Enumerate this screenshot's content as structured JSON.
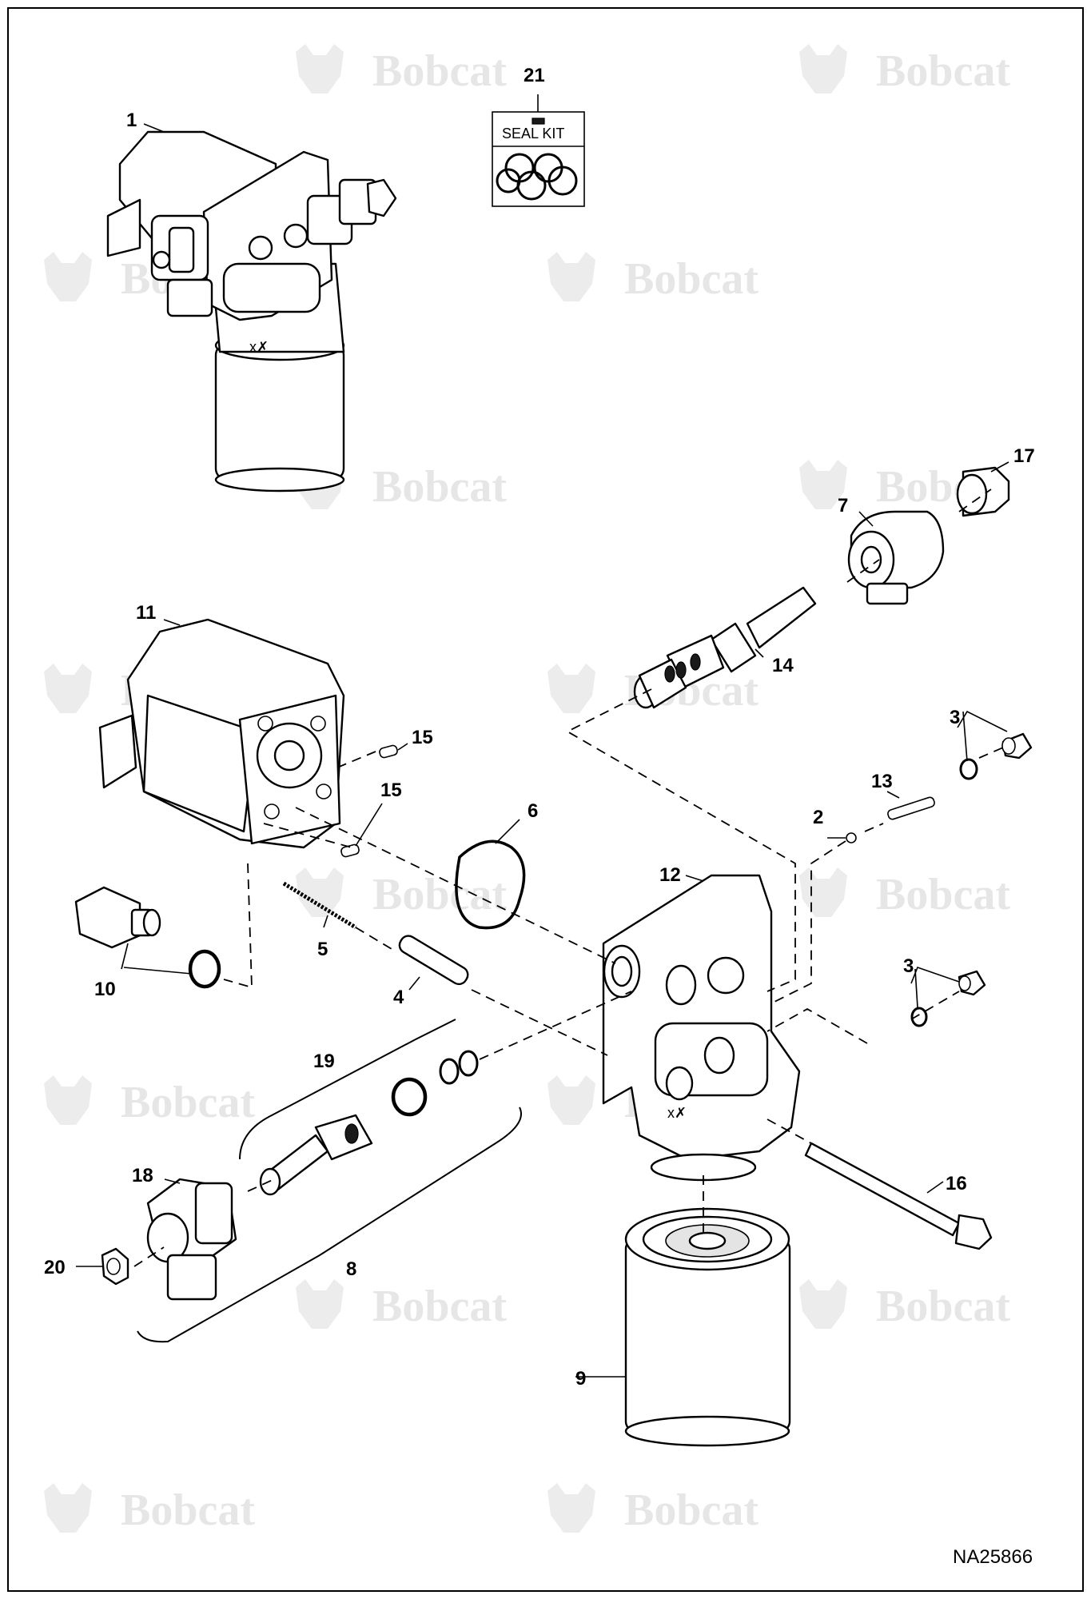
{
  "watermark": {
    "brand": "Bobcat"
  },
  "seal_kit": {
    "label": "SEAL KIT"
  },
  "drawing_number": "NA25866",
  "callouts": {
    "c1": "1",
    "c2": "2",
    "c3a": "3",
    "c3b": "3",
    "c4": "4",
    "c5": "5",
    "c6": "6",
    "c7": "7",
    "c8": "8",
    "c9": "9",
    "c10": "10",
    "c11": "11",
    "c12": "12",
    "c13": "13",
    "c14": "14",
    "c15a": "15",
    "c15b": "15",
    "c16": "16",
    "c17": "17",
    "c18": "18",
    "c19": "19",
    "c20": "20",
    "c21": "21"
  }
}
